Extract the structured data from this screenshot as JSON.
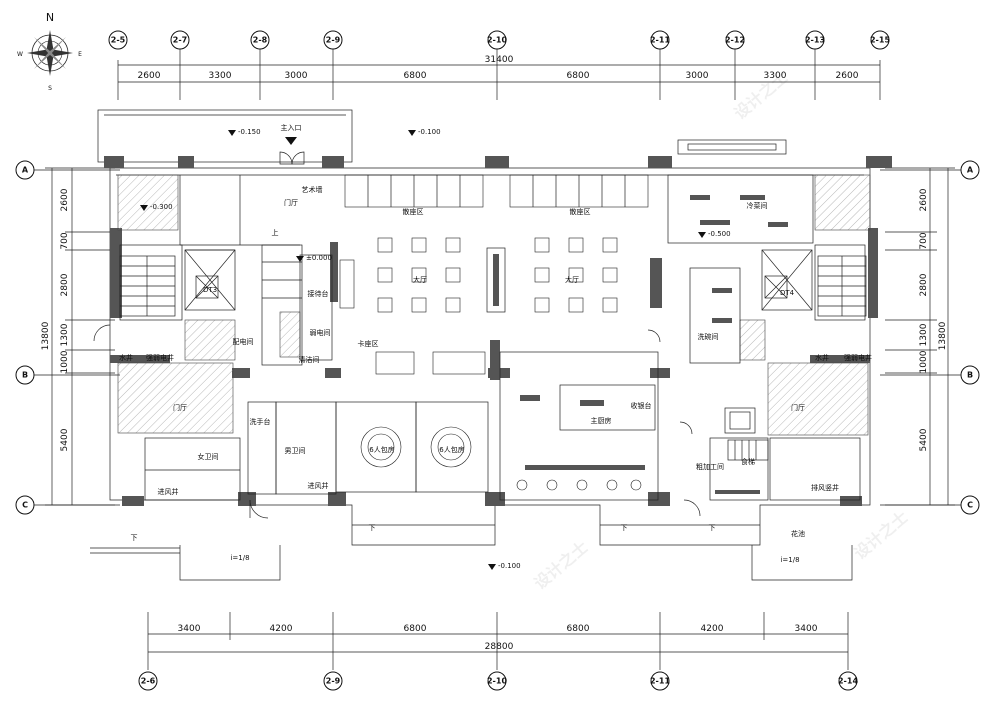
{
  "compass": {
    "north": "N",
    "south": "S",
    "east": "E",
    "west": "W"
  },
  "top_axes": [
    "2-5",
    "2-7",
    "2-8",
    "2-9",
    "2-10",
    "2-11",
    "2-12",
    "2-13",
    "2-15"
  ],
  "top_dims": [
    "2600",
    "3300",
    "3000",
    "6800",
    "6800",
    "3000",
    "3300",
    "2600"
  ],
  "top_total": "31400",
  "bottom_axes": [
    "2-6",
    "2-9",
    "2-10",
    "2-11",
    "2-14"
  ],
  "bottom_dims": [
    "3400",
    "4200",
    "6800",
    "6800",
    "4200",
    "3400"
  ],
  "bottom_total": "28800",
  "row_axes": [
    "A",
    "B",
    "C"
  ],
  "left_dims": [
    "2600",
    "700",
    "2800",
    "1300",
    "1000",
    "5400"
  ],
  "left_total": "13800",
  "right_dims": [
    "2600",
    "700",
    "2800",
    "1300",
    "1000",
    "5400"
  ],
  "right_total": "13800",
  "rooms": {
    "main_entrance": "主入口",
    "lobby": "门厅",
    "art_wall": "艺术墙",
    "reception": "接待台",
    "scatter_left": "散座区",
    "scatter_right": "散座区",
    "hall_left": "大厅",
    "hall_right": "大厅",
    "booth": "卡座区",
    "cold_room": "冷菜间",
    "cashier": "收银台",
    "weak_elec": "弱电间",
    "cleaning": "清洁间",
    "elev_left": "DT3",
    "elev_right": "DT4",
    "vent_left": "进风井",
    "vent_right": "排风竖井",
    "strong_elec_left": "强弱电井",
    "strong_elec_right": "强弱电井",
    "water_left": "水井",
    "water_right": "水井",
    "distribution": "配电间",
    "wash_left": "门厅",
    "wash_right": "门厅",
    "hand_wash": "洗手台",
    "female_wc": "女卫间",
    "male_wc": "男卫间",
    "private_left": "6人包房",
    "private_right": "6人包房",
    "main_kitchen": "主厨房",
    "prep": "粗加工间",
    "dish_wash": "洗碗间",
    "vent_mid": "进风井",
    "flower_bed": "花池",
    "food_lift": "食梯",
    "ramp_left": "i=1/8",
    "ramp_right": "i=1/8",
    "down_left": "下",
    "down_mid_left": "下",
    "down_mid_right": "下",
    "down_right": "下",
    "up_label": "上"
  },
  "elevations": [
    "-0.150",
    "-0.100",
    "-0.300",
    "-0.500",
    "±0.000",
    "-0.100"
  ],
  "watermark": "设计之士"
}
